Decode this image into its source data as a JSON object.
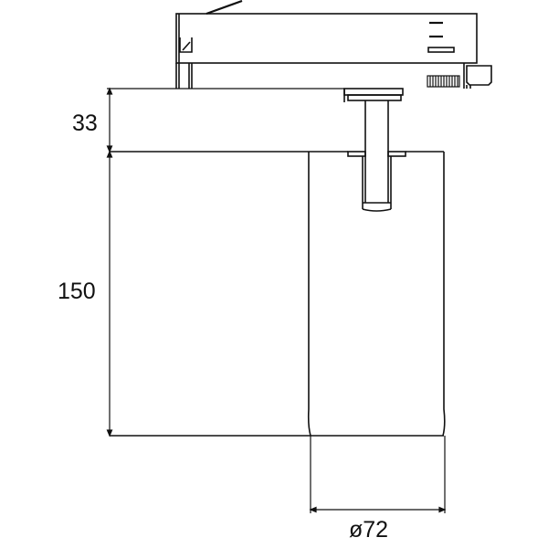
{
  "drawing": {
    "subject": "track spotlight side view",
    "stroke_color": "#111111",
    "background": "#ffffff"
  },
  "dimensions": {
    "adapter_height": {
      "label": "33",
      "value": 33
    },
    "body_height": {
      "label": "150",
      "value": 150
    },
    "body_diameter": {
      "label": "ø72",
      "value": 72
    }
  }
}
